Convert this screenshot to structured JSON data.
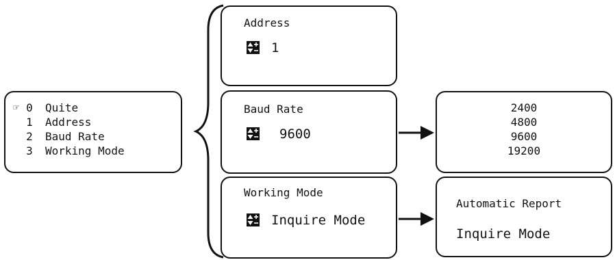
{
  "menu": {
    "pointer_icon": "pointing-hand-icon",
    "items": [
      {
        "num": "0",
        "label": "Quite"
      },
      {
        "num": "1",
        "label": "Address"
      },
      {
        "num": "2",
        "label": "Baud Rate"
      },
      {
        "num": "3",
        "label": "Working Mode"
      }
    ]
  },
  "address": {
    "title": "Address",
    "value": "1"
  },
  "baud_rate": {
    "title": "Baud Rate",
    "value": "9600",
    "options": [
      "2400",
      "4800",
      "9600",
      "19200"
    ]
  },
  "working_mode": {
    "title": "Working Mode",
    "value": "Inquire Mode",
    "options": [
      "Automatic Report",
      "Inquire Mode"
    ]
  },
  "icons": {
    "stepper": "up-down-stepper-icon",
    "arrow": "right-arrow-icon",
    "brace": "left-curly-brace"
  }
}
